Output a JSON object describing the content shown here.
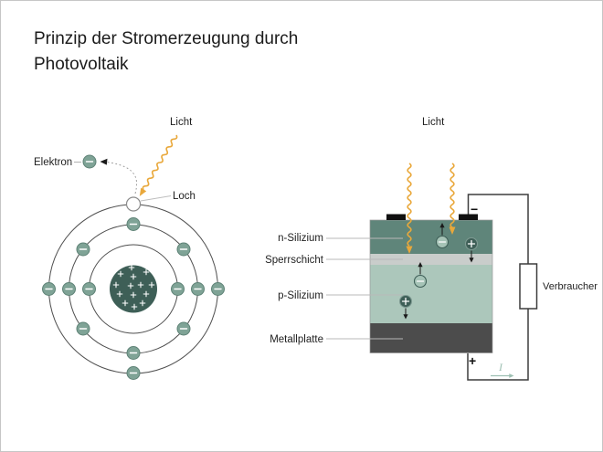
{
  "title": "Prinzip der Stromerzeugung durch Photovoltaik",
  "atom": {
    "licht_label": "Licht",
    "elektron_label": "Elektron",
    "loch_label": "Loch",
    "shell_electron_counts": [
      2,
      8,
      3
    ],
    "nucleus_proton_count": 14,
    "free_electron_count": 1
  },
  "cell": {
    "licht_label": "Licht",
    "layers": [
      {
        "label": "n-Silizium",
        "color": "#5F857A"
      },
      {
        "label": "Sperrschicht",
        "color": "#C9CDCB"
      },
      {
        "label": "p-Silizium",
        "color": "#ACC7BB"
      },
      {
        "label": "Metallplatte",
        "color": "#4C4C4C"
      }
    ]
  },
  "circuit": {
    "verbraucher_label": "Verbraucher",
    "minus_symbol": "−",
    "plus_symbol": "+",
    "current_label": "I"
  },
  "colors": {
    "electron_fill": "#7FA396",
    "electron_light_fill": "#A5C3B6",
    "hole_fill": "#3E5F57",
    "nucleus_fill": "#3E5F57",
    "light_ray": "#E9A83B",
    "wire": "#3D3D3D",
    "current_color": "#9DBFB2"
  }
}
